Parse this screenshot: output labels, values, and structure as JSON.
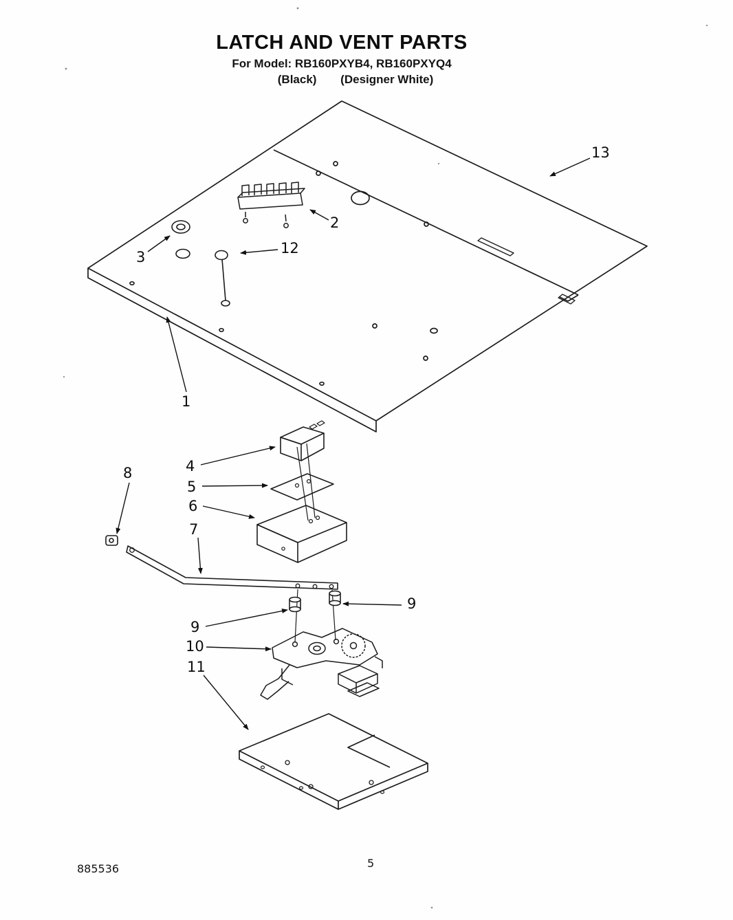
{
  "document": {
    "title": "LATCH AND VENT PARTS",
    "model_line": "For Model: RB160PXYB4, RB160PXYQ4",
    "finish_black": "(Black)",
    "finish_white": "(Designer White)",
    "part_number_footer": "885536",
    "page_number": "5"
  },
  "callouts": {
    "c1": "1",
    "c2": "2",
    "c3": "3",
    "c4": "4",
    "c5": "5",
    "c6": "6",
    "c7": "7",
    "c8": "8",
    "c9_left": "9",
    "c9_right": "9",
    "c10": "10",
    "c11": "11",
    "c12": "12",
    "c13": "13"
  }
}
